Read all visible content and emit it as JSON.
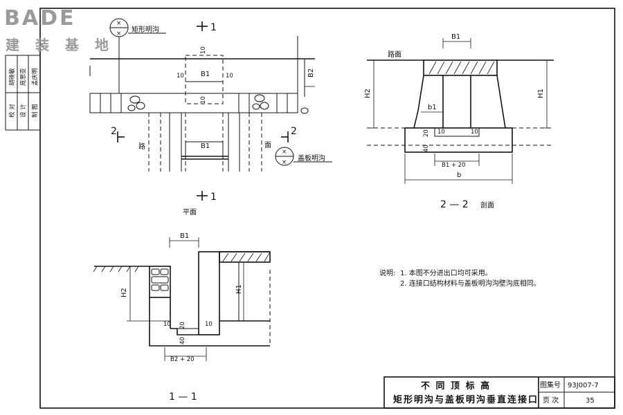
{
  "watermark": {
    "brand": "BADE",
    "brand_cn": "建 装 基 地"
  },
  "side_panel": {
    "rows": [
      {
        "role": "校 对",
        "name": "胡晓敏"
      },
      {
        "role": "设 计",
        "name": "庞思亚"
      },
      {
        "role": "制 图",
        "name": "孟庆明"
      }
    ]
  },
  "plan": {
    "callout_top_label": "矩形明沟",
    "callout_bottom_label": "盖板明沟",
    "section_mark_top": "1",
    "section_mark_bottom": "1",
    "section_mark_left": "2",
    "section_mark_right": "2",
    "road_left": "路",
    "road_right": "面",
    "dim_B1_top": "B1",
    "dim_B1_bottom": "B1",
    "dim_B2": "B2",
    "dim_10_top": "10",
    "dim_10_left": "10",
    "dim_10_right": "10",
    "dim_10_bottom": "10",
    "caption": "平面"
  },
  "section22": {
    "road_label": "路面",
    "dim_B1": "B1",
    "dim_b1": "b1",
    "dim_H2": "H2",
    "dim_H1": "H1",
    "dim_20": "20",
    "dim_10_left": "10",
    "dim_10_right": "10",
    "dim_40": "40",
    "dim_B1_20": "B1 + 20",
    "dim_b": "b",
    "caption_num": "2 — 2",
    "caption_txt": "剖面"
  },
  "section11": {
    "dim_B1": "B1",
    "dim_H2": "H2",
    "dim_H1": "H1",
    "dim_10_left": "10",
    "dim_20": "20",
    "dim_10_right": "10",
    "dim_40": "40",
    "dim_B2_20": "B2 + 20",
    "caption": "1 — 1"
  },
  "notes": {
    "head": "说明:",
    "line1": "1. 本图不分进出口均可采用。",
    "line2": "2. 连接口结构材料与盖板明沟沟壁沟底相同。"
  },
  "title_block": {
    "title_line1": "不 同 顶 标 高",
    "title_line2": "矩形明沟与盖板明沟垂直连接口",
    "atlas_label": "图集号",
    "atlas_value": "93J007-7",
    "page_label": "页 次",
    "page_value": "35"
  }
}
